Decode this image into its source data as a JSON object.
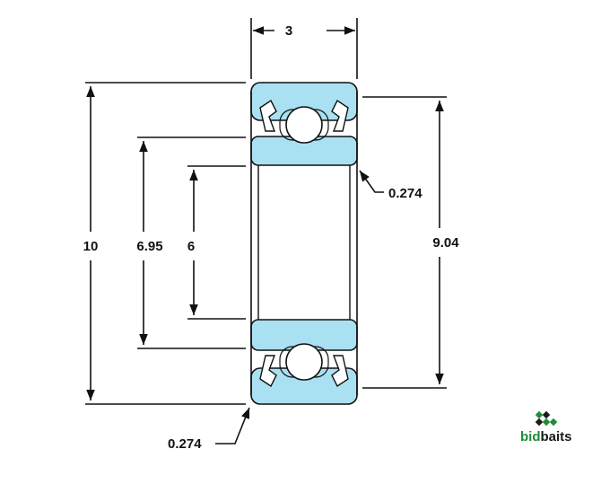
{
  "diagram": {
    "type": "bearing-cross-section-dimensions",
    "dimensions": {
      "width": "3",
      "outer_diameter": "10",
      "shoulder_diameter": "6.95",
      "bore": "6",
      "outer_ring_diameter": "9.04",
      "chamfer_top": "0.274",
      "chamfer_bottom": "0.274"
    },
    "colors": {
      "ring_fill": "#a9e0f2",
      "line": "#111111",
      "ball": "#ffffff"
    }
  },
  "logo": {
    "icon": "bidbaits-logo-icon",
    "text_part1": "bid",
    "text_part2": "baits",
    "color_part1": "#1e8c3a",
    "color_part2": "#1a1a1a"
  }
}
